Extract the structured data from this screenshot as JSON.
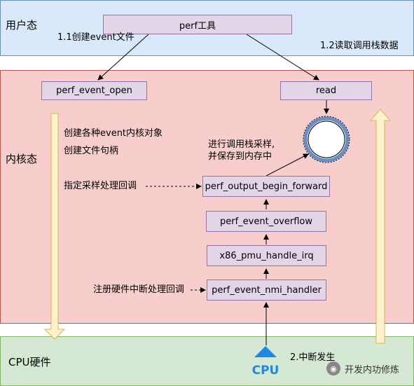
{
  "layers": {
    "user": "用户态",
    "kernel": "内核态",
    "cpu": "CPU硬件"
  },
  "boxes": {
    "perf_tool": "perf工具",
    "perf_event_open": "perf_event_open",
    "read": "read",
    "perf_output_begin_forward": "perf_output_begin_forward",
    "perf_event_overflow": "perf_event_overflow",
    "x86_pmu_handle_irq": "x86_pmu_handle_irq",
    "perf_event_nmi_handler": "perf_event_nmi_handler"
  },
  "labels": {
    "create_event_file": "1.1创建event文件",
    "read_callstack": "1.2读取调用栈数据",
    "create_kernel_objects": "创建各种event内核对象",
    "create_file_handle": "创建文件句柄",
    "sample_callstack_line1": "进行调用栈采样,",
    "sample_callstack_line2": "并保存到内存中",
    "set_sample_callback": "指定采样处理回调",
    "register_interrupt_callback": "注册硬件中断处理回调",
    "interrupt_occurs": "2.中断发生",
    "cpu_icon_text": "CPU"
  },
  "watermark": {
    "text": "开发内功修炼"
  },
  "colors": {
    "user_layer": "#dae8fc",
    "kernel_layer": "#f8cecc",
    "cpu_layer": "#d5e8d4",
    "box_fill": "#e1d5e7",
    "box_border": "#9673a6",
    "big_arrow_fill": "#fff2cc",
    "big_arrow_border": "#d6b656",
    "cpu_blue": "#1e88e5"
  }
}
